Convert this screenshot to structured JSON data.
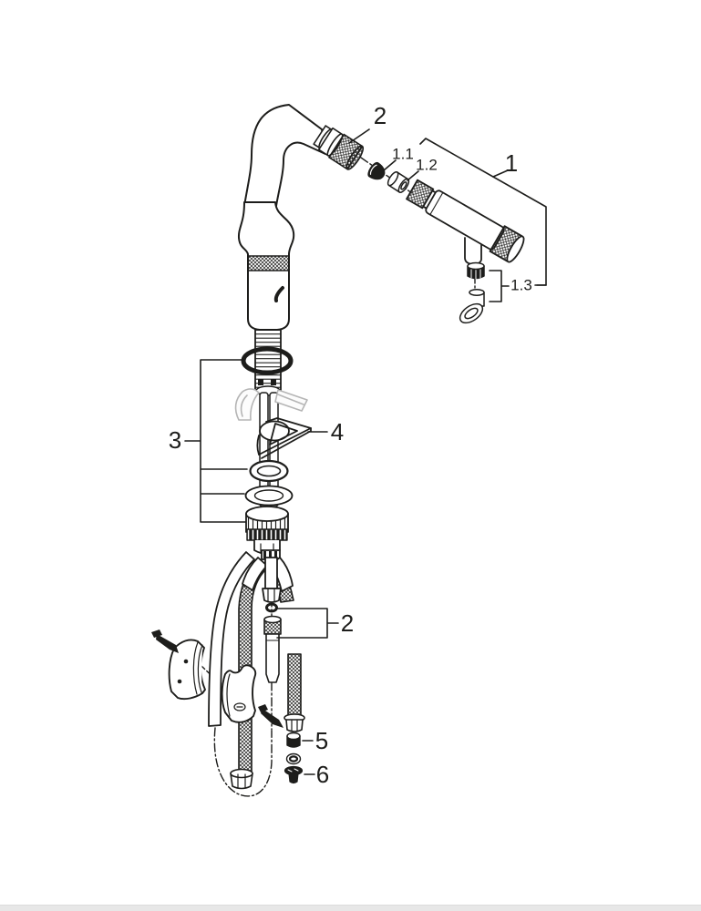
{
  "page": {
    "background_color": "#ffffff",
    "footer_bar_color": "#e7e7e7"
  },
  "diagram": {
    "kind": "exploded-parts-diagram",
    "stroke_color": "#1d1d1b",
    "ghost_color": "#b5b5b5",
    "callouts": {
      "spout_aerator": "2",
      "seal_cone": "1.1",
      "adapter_sleeve": "1.2",
      "spray_head": "1",
      "check_valve_set": "1.3",
      "mounting_set": "3",
      "fixing_clip": "4",
      "hose_coupling": "2",
      "filter_insert": "5",
      "screen_plug": "6"
    }
  }
}
